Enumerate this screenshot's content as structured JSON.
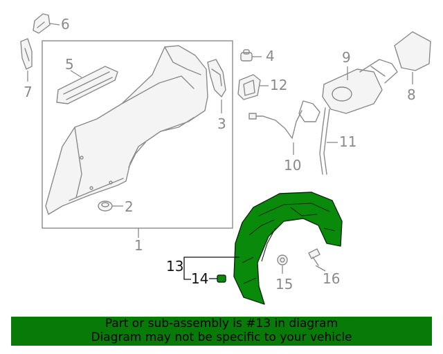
{
  "callouts": {
    "c1": "1",
    "c2": "2",
    "c3": "3",
    "c4": "4",
    "c5": "5",
    "c6": "6",
    "c7": "7",
    "c8": "8",
    "c9": "9",
    "c10": "10",
    "c11": "11",
    "c12": "12",
    "c13": "13",
    "c14": "14",
    "c15": "15",
    "c16": "16"
  },
  "banner": {
    "line1": "Part or sub-assembly is #13 in diagram",
    "line2": "Diagram may not be specific to your vehicle"
  },
  "colors": {
    "highlight": "#0a8a0a",
    "banner_bg": "#087a08",
    "line": "#8a8a8a"
  }
}
